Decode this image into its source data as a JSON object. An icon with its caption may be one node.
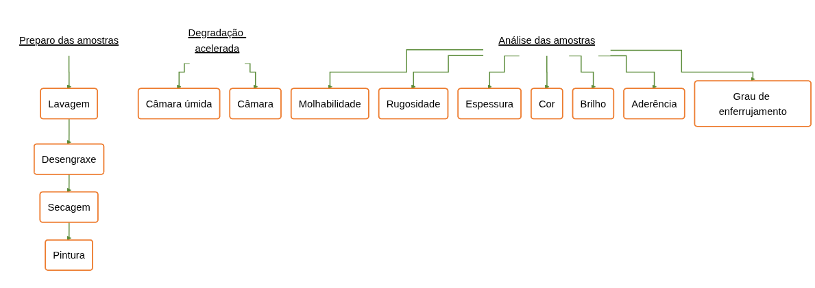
{
  "diagram": {
    "nodes": [
      {
        "text": [
          "Preparo das amostras"
        ]
      },
      {
        "text": [
          "Lavagem"
        ]
      },
      {
        "text": [
          "Desengraxe"
        ]
      },
      {
        "text": [
          "Secagem"
        ]
      },
      {
        "text": [
          "Pintura"
        ]
      },
      {
        "text": [
          "Degradação acelerada"
        ]
      },
      {
        "text": [
          "Câmara úmida"
        ]
      },
      {
        "text": [
          "Câmara"
        ]
      },
      {
        "text": [
          "Análise das amostras"
        ]
      },
      {
        "text": [
          "Molhabilidade"
        ]
      },
      {
        "text": [
          "Rugosidade"
        ]
      },
      {
        "text": [
          "Espessura"
        ]
      },
      {
        "text": [
          "Cor"
        ]
      },
      {
        "text": [
          "Brilho"
        ]
      },
      {
        "text": [
          "Aderência"
        ]
      },
      {
        "text": [
          "Grau de enferrujamento"
        ]
      }
    ],
    "edges": [
      {
        "from": 0,
        "to": 1,
        "arrow": "to"
      },
      {
        "from": 1,
        "to": 2,
        "arrow": "to"
      },
      {
        "from": 2,
        "to": 3,
        "arrow": "to"
      },
      {
        "from": 3,
        "to": 4,
        "arrow": "to"
      },
      {
        "from": 5,
        "to": 6,
        "arrow": "to"
      },
      {
        "from": 5,
        "to": 7,
        "arrow": "to"
      },
      {
        "from": 8,
        "to": 9,
        "arrow": "to"
      },
      {
        "from": 8,
        "to": 10,
        "arrow": "to"
      },
      {
        "from": 8,
        "to": 11,
        "arrow": "to"
      },
      {
        "from": 8,
        "to": 12,
        "arrow": "to"
      },
      {
        "from": 8,
        "to": 13,
        "arrow": "to"
      },
      {
        "from": 8,
        "to": 14,
        "arrow": "to"
      },
      {
        "from": 8,
        "to": 15,
        "arrow": "to"
      }
    ]
  }
}
